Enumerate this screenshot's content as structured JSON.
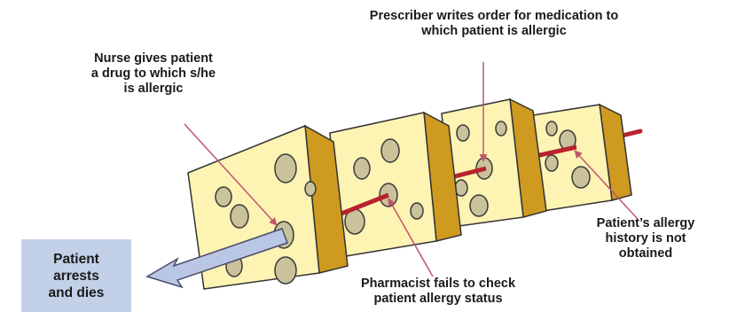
{
  "labels": {
    "prescriber": [
      "Prescriber writes order for medication to",
      "which patient is allergic"
    ],
    "nurse": [
      "Nurse gives patient",
      "a drug to which s/he",
      "is allergic"
    ],
    "history": [
      "Patient’s allergy",
      "history is not",
      "obtained"
    ],
    "pharmacist": [
      "Pharmacist fails to check",
      "patient allergy status"
    ],
    "outcome": [
      "Patient",
      "arrests",
      "and dies"
    ]
  },
  "colors": {
    "cheese_face": "#fdf3b3",
    "cheese_side": "#cf9a20",
    "cheese_side_dark": "#a8761a",
    "hole_fill": "#c9c29a",
    "hole_stroke": "#3a3a3a",
    "trajectory_rod": "#b8232f",
    "outcome_arrow": "#b9c7e4",
    "outcome_box": "#c2d1e8",
    "pointer_line": "#c0566d"
  },
  "icons": {
    "slices": "swiss-cheese-slice-icon",
    "arrow": "trajectory-arrow-icon"
  }
}
